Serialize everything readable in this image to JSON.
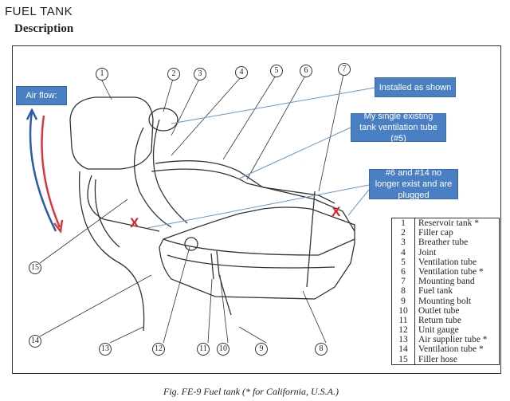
{
  "header": {
    "title": "FUEL TANK",
    "subtitle": "Description"
  },
  "callouts": {
    "air_flow": "Air flow:",
    "installed": "Installed as shown",
    "single_tube": "My single existing tank ventilation tube (#5)",
    "plugged": "#6 and #14 no longer exist and are plugged"
  },
  "colors": {
    "callout": "#4a7fc4",
    "arrow_red": "#d9363e",
    "arrow_blue": "#2a5aa8",
    "plug_mark": "#e02020"
  },
  "markers": {
    "plug": "X"
  },
  "part_numbers": [
    "1",
    "2",
    "3",
    "4",
    "5",
    "6",
    "7",
    "8",
    "9",
    "10",
    "11",
    "12",
    "13",
    "14",
    "15"
  ],
  "legend": [
    {
      "num": "1",
      "label": "Reservoir tank *"
    },
    {
      "num": "2",
      "label": "Filler cap"
    },
    {
      "num": "3",
      "label": "Breather tube"
    },
    {
      "num": "4",
      "label": "Joint"
    },
    {
      "num": "5",
      "label": "Ventilation tube"
    },
    {
      "num": "6",
      "label": "Ventilation tube *"
    },
    {
      "num": "7",
      "label": "Mounting band"
    },
    {
      "num": "8",
      "label": "Fuel tank"
    },
    {
      "num": "9",
      "label": "Mounting bolt"
    },
    {
      "num": "10",
      "label": "Outlet tube"
    },
    {
      "num": "11",
      "label": "Return tube"
    },
    {
      "num": "12",
      "label": "Unit gauge"
    },
    {
      "num": "13",
      "label": "Air supplier tube *"
    },
    {
      "num": "14",
      "label": "Ventilation tube *"
    },
    {
      "num": "15",
      "label": "Filler hose"
    }
  ],
  "caption": "Fig. FE-9  Fuel tank (* for California, U.S.A.)"
}
